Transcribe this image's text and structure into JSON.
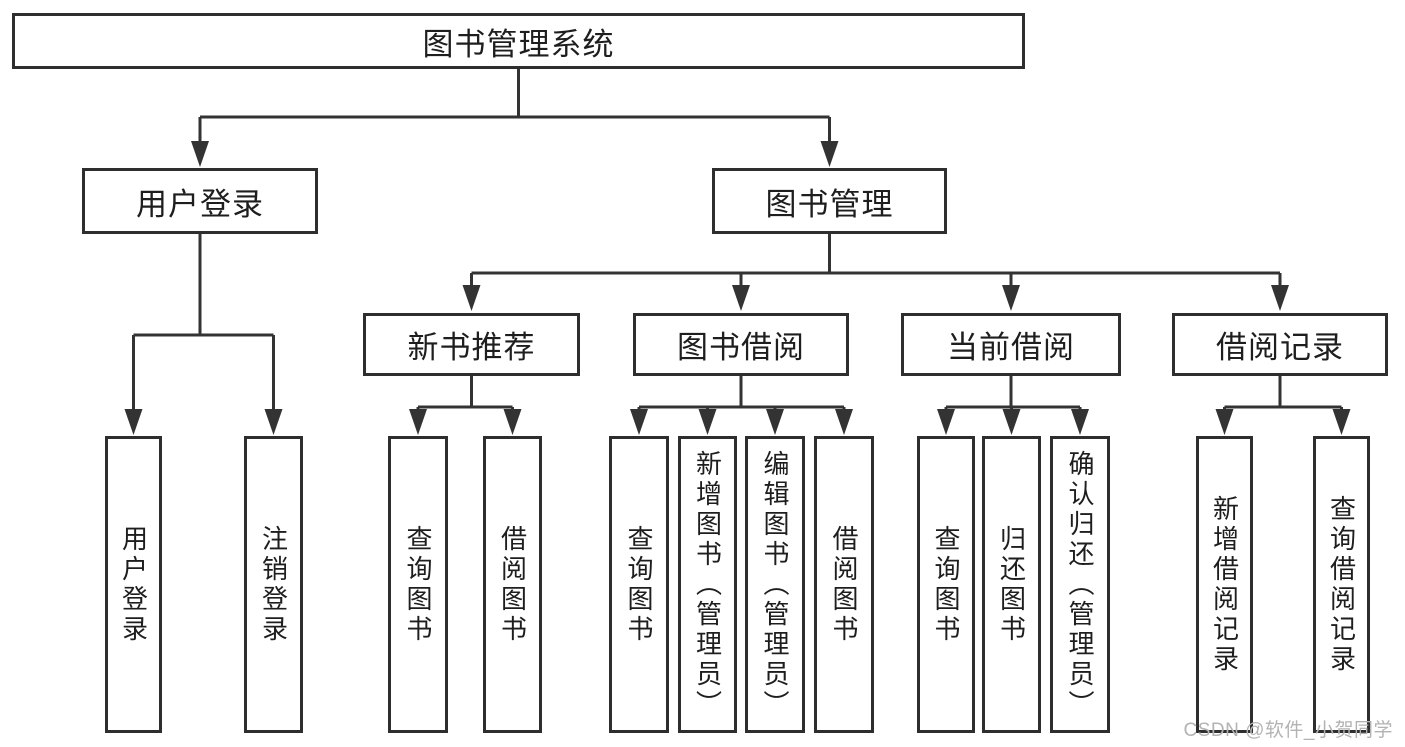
{
  "diagram": {
    "root": {
      "label": "图书管理系统",
      "children": [
        {
          "label": "用户登录",
          "children": [
            {
              "label": "用户登录"
            },
            {
              "label": "注销登录"
            }
          ]
        },
        {
          "label": "图书管理",
          "children": [
            {
              "label": "新书推荐",
              "children": [
                {
                  "label": "查询图书"
                },
                {
                  "label": "借阅图书"
                }
              ]
            },
            {
              "label": "图书借阅",
              "children": [
                {
                  "label": "查询图书"
                },
                {
                  "label": "新增图书（管理员）"
                },
                {
                  "label": "编辑图书（管理员）"
                },
                {
                  "label": "借阅图书"
                }
              ]
            },
            {
              "label": "当前借阅",
              "children": [
                {
                  "label": "查询图书"
                },
                {
                  "label": "归还图书"
                },
                {
                  "label": "确认归还（管理员）"
                }
              ]
            },
            {
              "label": "借阅记录",
              "children": [
                {
                  "label": "新增借阅记录"
                },
                {
                  "label": "查询借阅记录"
                }
              ]
            }
          ]
        }
      ]
    }
  },
  "watermark": {
    "text": "CSDN @软件_小贺同学"
  },
  "colors": {
    "line": "#333333",
    "box_border": "#2e2e2e",
    "text": "#1e1e1e",
    "background": "#ffffff",
    "watermark": "#b3b3b3"
  }
}
